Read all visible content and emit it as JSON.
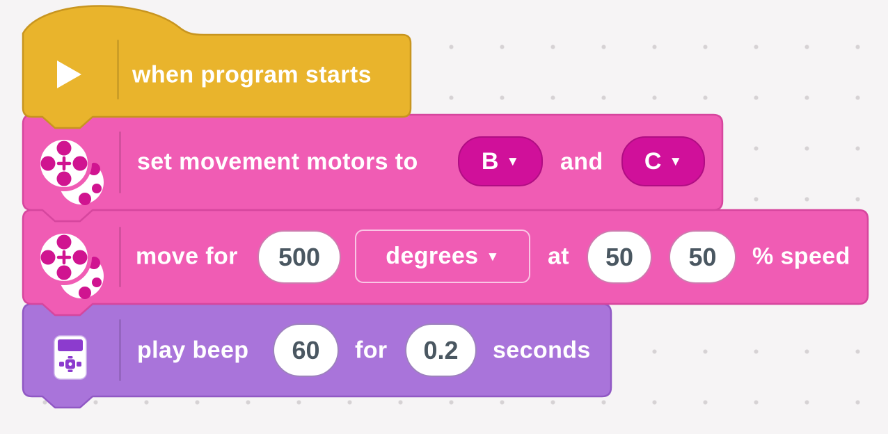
{
  "workspace": {
    "background": "#f6f4f5",
    "grid_dot_color": "#d6d2d4"
  },
  "colors": {
    "events_yellow": "#e9b42c",
    "events_yellow_border": "#c8951f",
    "movement_pink": "#f05cb4",
    "movement_pink_border": "#d6469e",
    "dropdown_magenta": "#d0109a",
    "sound_purple": "#a974da",
    "sound_purple_border": "#9058c4",
    "input_text": "#4a5761"
  },
  "icons": {
    "caret": "▼"
  },
  "blocks": {
    "start": {
      "label": "when program starts",
      "icon": "play-icon"
    },
    "set_motors": {
      "label": "set movement motors to",
      "motor_a": "B",
      "and_label": "and",
      "motor_b": "C",
      "icon": "movement-motor-icon"
    },
    "move": {
      "label": "move for",
      "distance": "500",
      "unit": "degrees",
      "at_label": "at",
      "speed_left": "50",
      "speed_right": "50",
      "suffix": "% speed",
      "icon": "movement-motor-icon"
    },
    "beep": {
      "label": "play beep",
      "note": "60",
      "for_label": "for",
      "duration": "0.2",
      "suffix": "seconds",
      "icon": "hub-icon"
    }
  }
}
